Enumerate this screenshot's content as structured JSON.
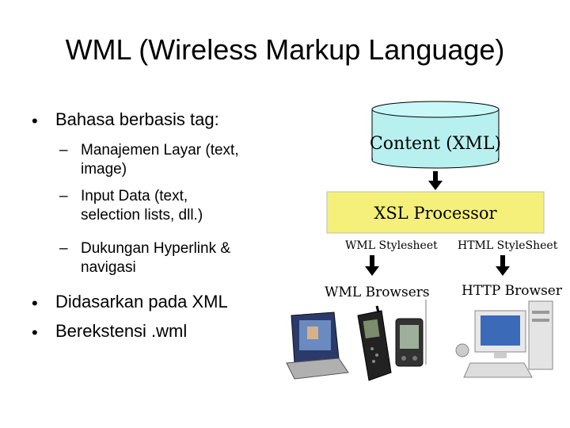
{
  "slide": {
    "title": "WML (Wireless Markup Language)"
  },
  "bullets": [
    {
      "text": "Bahasa berbasis tag:",
      "sub": [
        "Manajemen Layar (text, image)",
        "Input Data (text, selection lists, dll.)",
        "Dukungan Hyperlink & navigasi"
      ]
    },
    {
      "text": "Didasarkan pada XML"
    },
    {
      "text": "Berekstensi .wml"
    }
  ],
  "sub_lines": [
    [
      "Manajemen Layar (text,",
      "image)"
    ],
    [
      "Input Data (text,",
      "selection lists, dll.)"
    ],
    [
      "Dukungan Hyperlink &",
      "navigasi"
    ]
  ],
  "diagram": {
    "content_label": "Content (XML)",
    "processor_label": "XSL Processor",
    "wml_stylesheet": "WML Stylesheet",
    "html_stylesheet": "HTML StyleSheet",
    "wml_browsers": "WML Browsers",
    "http_browser": "HTTP Browser",
    "colors": {
      "cylinder": "#b8f0f0",
      "processor": "#f4f07a",
      "arrow": "#000000"
    }
  }
}
